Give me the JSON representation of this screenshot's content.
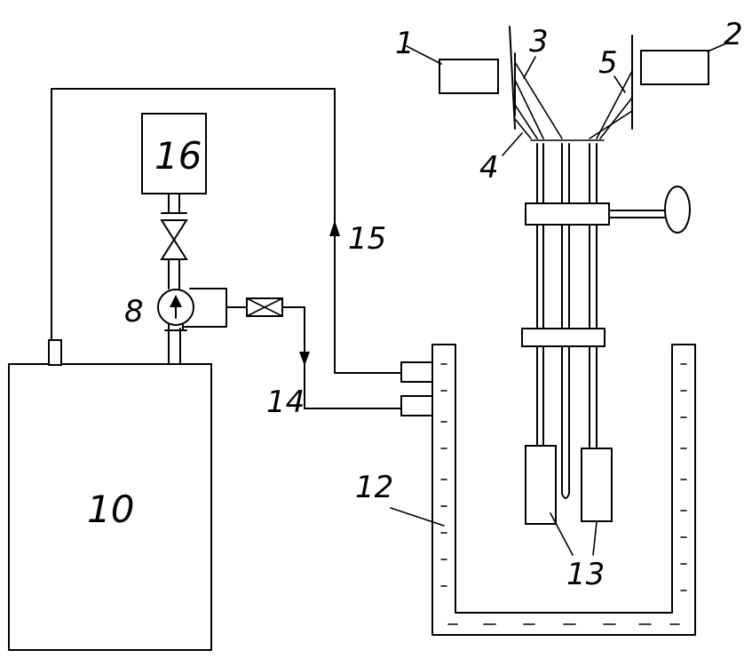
{
  "labels": {
    "unit_1": "1",
    "unit_2": "2",
    "part_3": "3",
    "part_4": "4",
    "part_5": "5",
    "pump_8": "8",
    "tank_10": "10",
    "bath_12": "12",
    "electrodes_13": "13",
    "line_14": "14",
    "line_15": "15",
    "vessel_16": "16"
  }
}
